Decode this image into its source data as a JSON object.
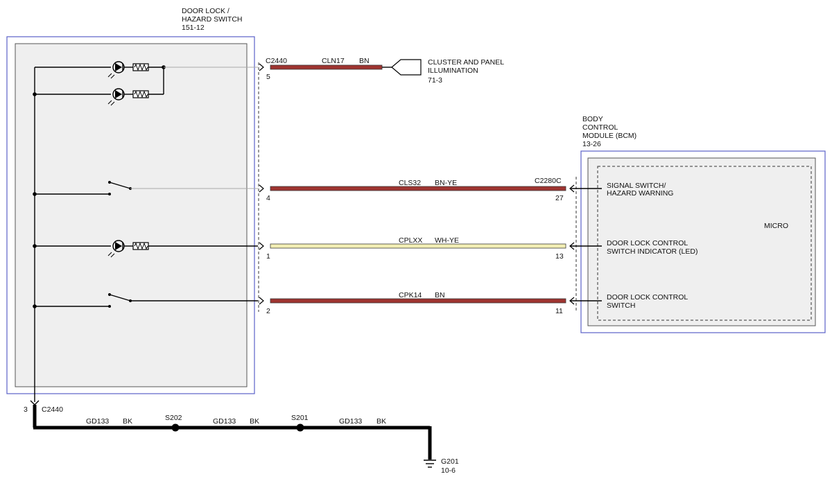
{
  "switch_component": {
    "name_line1": "DOOR LOCK /",
    "name_line2": "HAZARD SWITCH",
    "ref": "151-12"
  },
  "bcm": {
    "name_line1": "BODY",
    "name_line2": "CONTROL",
    "name_line3": "MODULE (BCM)",
    "ref": "13-26",
    "micro_label": "MICRO",
    "connector": "C2280C",
    "inputs": [
      {
        "line1": "SIGNAL SWITCH/",
        "line2": "HAZARD WARNING"
      },
      {
        "line1": "DOOR LOCK CONTROL",
        "line2": "SWITCH INDICATOR (LED)"
      },
      {
        "line1": "DOOR LOCK CONTROL",
        "line2": "SWITCH"
      }
    ]
  },
  "connector_c2440": "C2440",
  "circuits": [
    {
      "circuit": "CLN17",
      "color": "BN",
      "pin_left": "5",
      "pin_right": "",
      "wire_hex": "#9e3430"
    },
    {
      "circuit": "CLS32",
      "color": "BN-YE",
      "pin_left": "4",
      "pin_right": "27",
      "wire_hex": "#9e3430"
    },
    {
      "circuit": "CPLXX",
      "color": "WH-YE",
      "pin_left": "1",
      "pin_right": "13",
      "wire_hex": "#f2eeb4"
    },
    {
      "circuit": "CPK14",
      "color": "BN",
      "pin_left": "2",
      "pin_right": "11",
      "wire_hex": "#9e3430"
    }
  ],
  "cluster_ref": {
    "line1": "CLUSTER AND PANEL",
    "line2": "ILLUMINATION",
    "ref": "71-3"
  },
  "ground": {
    "pin": "3",
    "connector": "C2440",
    "segments": [
      {
        "circuit": "GD133",
        "color": "BK"
      },
      {
        "circuit": "GD133",
        "color": "BK"
      },
      {
        "circuit": "GD133",
        "color": "BK"
      }
    ],
    "splices": [
      "S202",
      "S201"
    ],
    "ground_point": "G201",
    "ground_ref": "10-6"
  }
}
